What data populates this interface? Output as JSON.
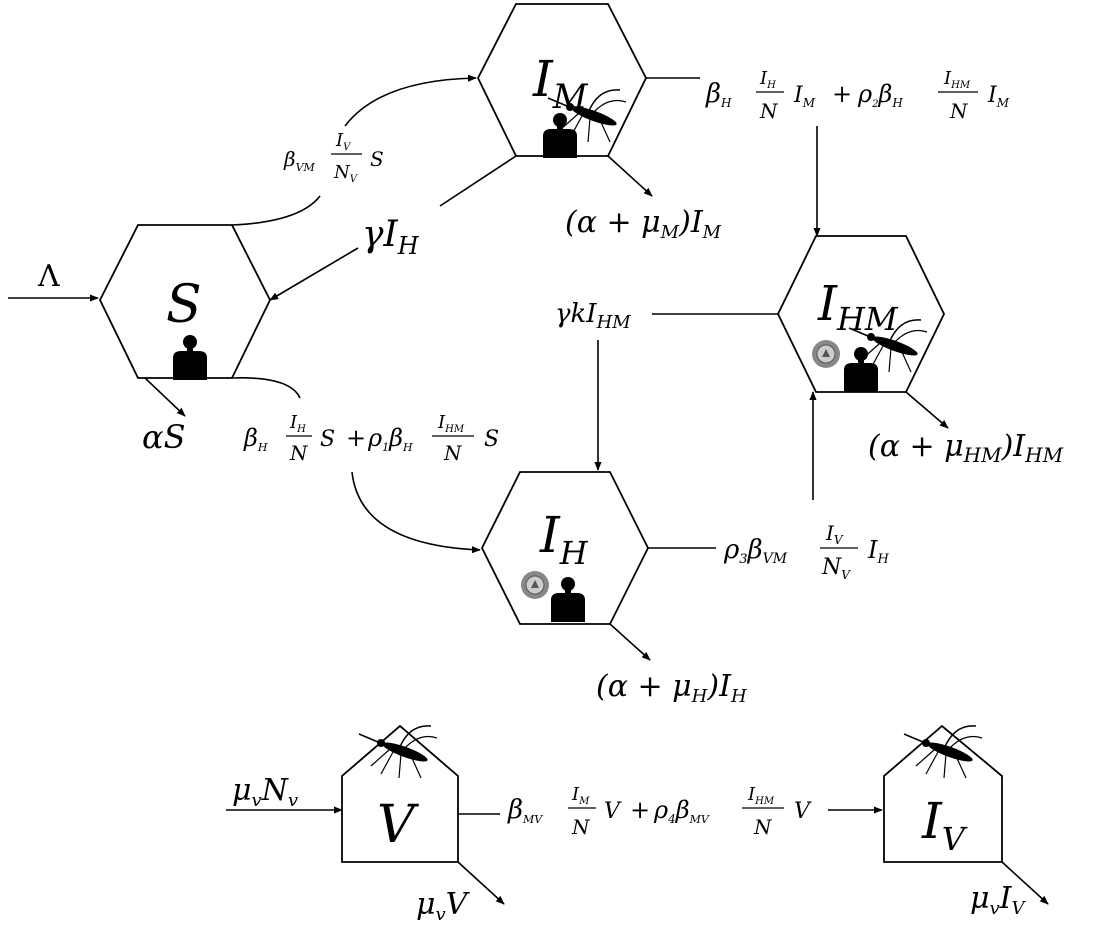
{
  "compartments": {
    "S": {
      "label": "S"
    },
    "IM": {
      "label": "I",
      "sub": "M"
    },
    "IHM": {
      "label": "I",
      "sub": "HM"
    },
    "IH": {
      "label": "I",
      "sub": "H"
    },
    "V": {
      "label": "V"
    },
    "IV": {
      "label": "I",
      "sub": "V"
    }
  },
  "flows": {
    "lambda_in": "Λ",
    "alpha_S": "αS",
    "gamma_IH": {
      "main": "γI",
      "sub": "H"
    },
    "gammak_IHM": {
      "main": "γkI",
      "sub": "HM"
    },
    "death_IM": {
      "pre": "(α + μ",
      "sub1": "M",
      "mid": ")I",
      "sub2": "M"
    },
    "death_IHM": {
      "pre": "(α + μ",
      "sub1": "HM",
      "mid": ")I",
      "sub2": "HM"
    },
    "death_IH": {
      "pre": "(α + μ",
      "sub1": "H",
      "mid": ")I",
      "sub2": "H"
    },
    "mu_v_Nv": {
      "a": "μ",
      "asub": "v",
      "b": "N",
      "bsub": "v"
    },
    "mu_v_V": {
      "a": "μ",
      "asub": "v",
      "b": "V"
    },
    "mu_v_IV": {
      "a": "μ",
      "asub": "v",
      "b": "I",
      "bsub": "V"
    }
  },
  "rates": {
    "infect_M": {
      "beta": "β",
      "beta_sub": "VM",
      "num": "I",
      "num_sub": "V",
      "den": "N",
      "den_sub": "V",
      "tail": "S"
    },
    "IM_to_IHM": {
      "beta": "β",
      "beta_sub": "H",
      "num": "I",
      "num_sub": "H",
      "den": "N",
      "tail": "I",
      "tail_sub": "M",
      "plus": "+",
      "rho": "ρ",
      "rho_sub": "2",
      "beta2": "β",
      "beta2_sub": "H",
      "num2": "I",
      "num2_sub": "HM",
      "den2": "N",
      "tail2": "I",
      "tail2_sub": "M"
    },
    "S_to_IH": {
      "beta": "β",
      "beta_sub": "H",
      "num": "I",
      "num_sub": "H",
      "den": "N",
      "tail": "S",
      "plus": "+",
      "rho": "ρ",
      "rho_sub": "1",
      "beta2": "β",
      "beta2_sub": "H",
      "num2": "I",
      "num2_sub": "HM",
      "den2": "N",
      "tail2": "S"
    },
    "IH_to_IHM": {
      "rho": "ρ",
      "rho_sub": "3",
      "beta": "β",
      "beta_sub": "VM",
      "num": "I",
      "num_sub": "V",
      "den": "N",
      "den_sub": "V",
      "tail": "I",
      "tail_sub": "H"
    },
    "V_to_IV": {
      "beta": "β",
      "beta_sub": "MV",
      "num": "I",
      "num_sub": "M",
      "den": "N",
      "tail": "V",
      "plus": "+",
      "rho": "ρ",
      "rho_sub": "4",
      "beta2": "β",
      "beta2_sub": "MV",
      "num2": "I",
      "num2_sub": "HM",
      "den2": "N",
      "tail2": "V"
    }
  },
  "icon_names": [
    "human-icon",
    "mosquito-icon",
    "virus-icon"
  ]
}
